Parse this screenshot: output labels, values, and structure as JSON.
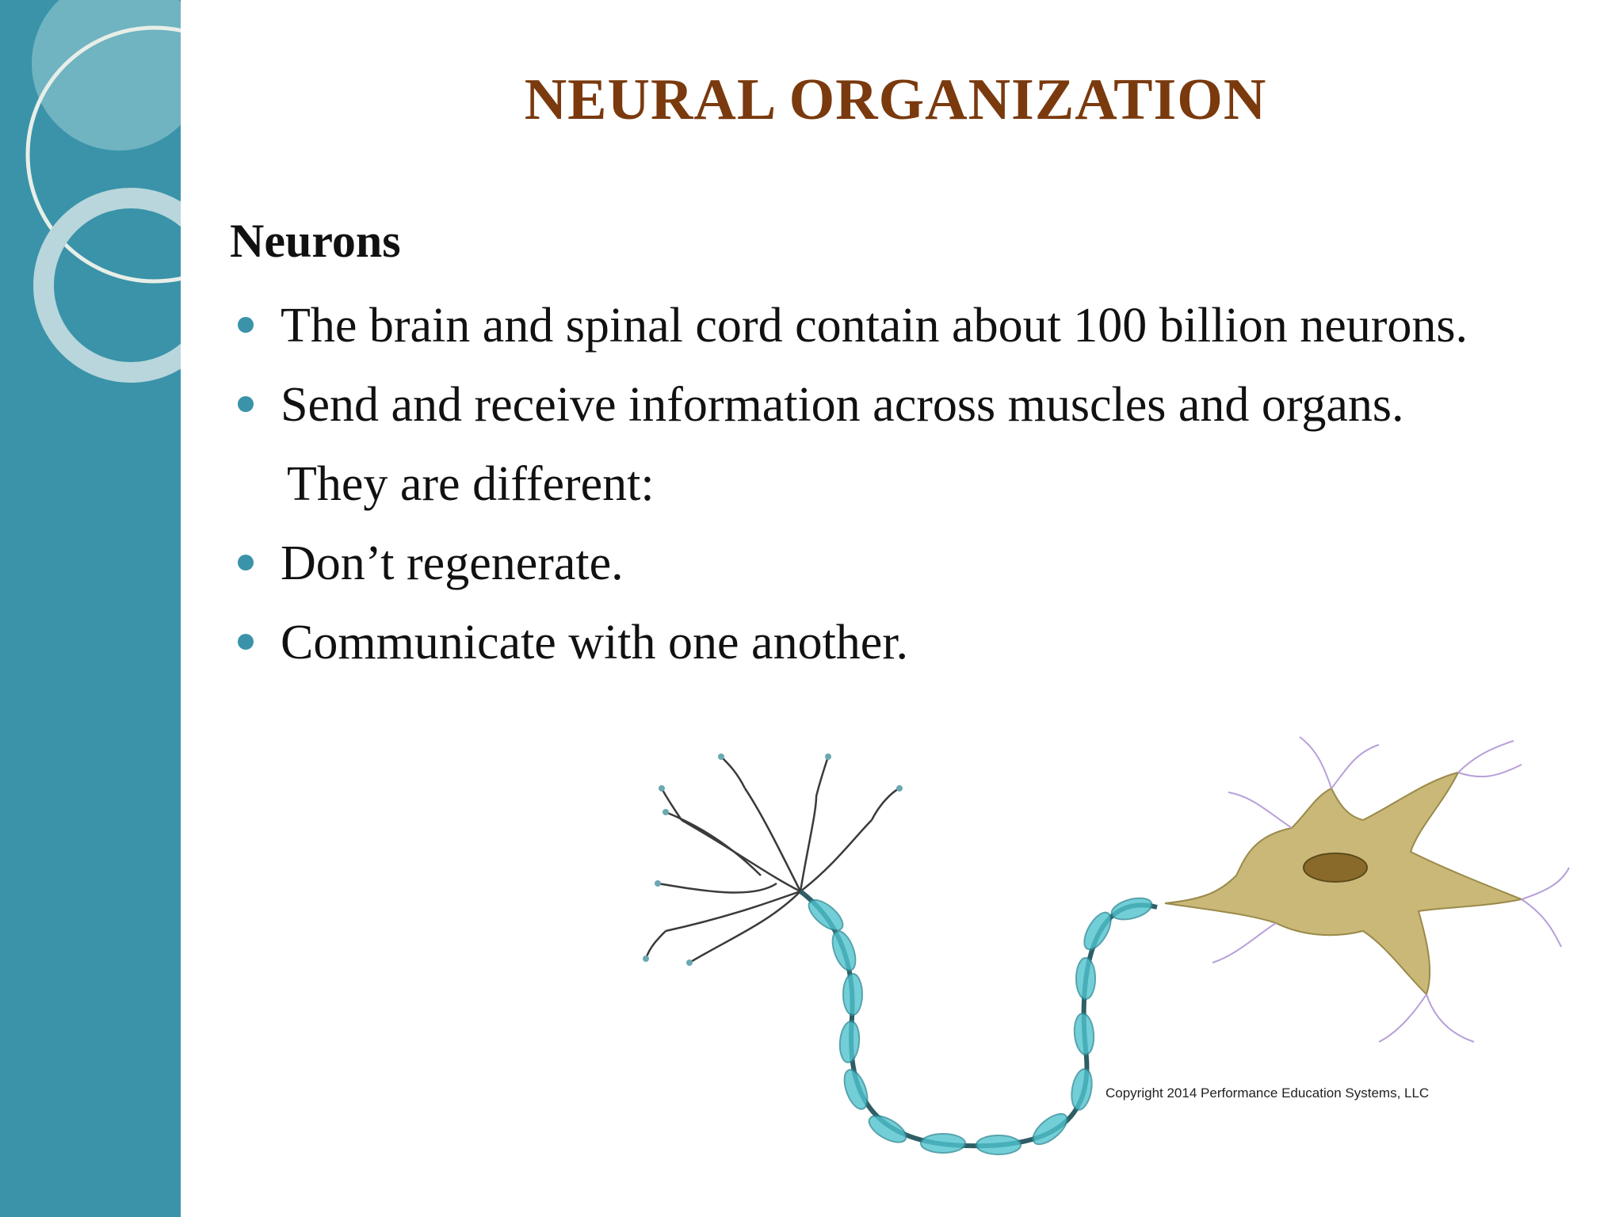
{
  "slide": {
    "title": "NEURAL ORGANIZATION",
    "section_heading": "Neurons",
    "bullets": {
      "b1": "The brain and spinal cord contain about 100 billion neurons.",
      "b2": "Send and receive information across muscles and organs.",
      "subline": "They are different:",
      "b3": "Don’t regenerate.",
      "b4": "Communicate with one another."
    },
    "figure": {
      "subject": "neuron-illustration",
      "copyright": "Copyright 2014 Performance Education Systems, LLC"
    }
  },
  "colors": {
    "sidebar": "#3a93a8",
    "title": "#7a3a0e",
    "bullet_dot": "#3a93a8",
    "myelin": "#4fc3cf"
  }
}
